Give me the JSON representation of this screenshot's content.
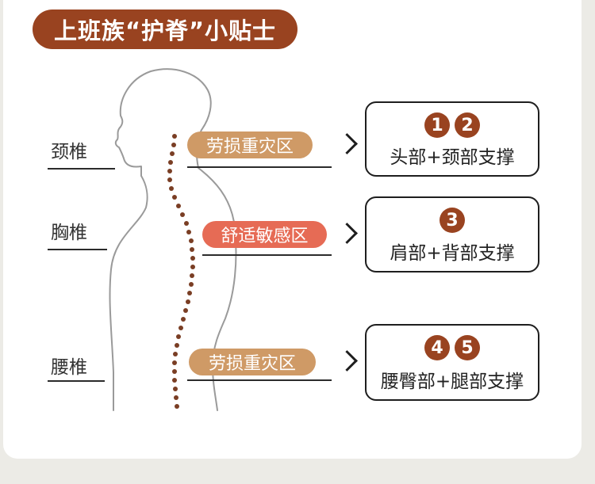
{
  "title": "上班族“护脊”小贴士",
  "labels": {
    "neck": "颈椎",
    "chest": "胸椎",
    "waist": "腰椎"
  },
  "zones": {
    "top": "劳损重灾区",
    "middle": "舒适敏感区",
    "bottom": "劳损重灾区"
  },
  "support_boxes": [
    {
      "numbers": [
        "1",
        "2"
      ],
      "text": "头部+颈部支撑"
    },
    {
      "numbers": [
        "3"
      ],
      "text": "肩部+背部支撑"
    },
    {
      "numbers": [
        "4",
        "5"
      ],
      "text": "腰臀部+腿部支撑"
    }
  ],
  "colors": {
    "brand": "#994320",
    "zone_strain": "#cf9a66",
    "zone_sensitive": "#e66b55",
    "spine_dots": "#7a3e24"
  }
}
